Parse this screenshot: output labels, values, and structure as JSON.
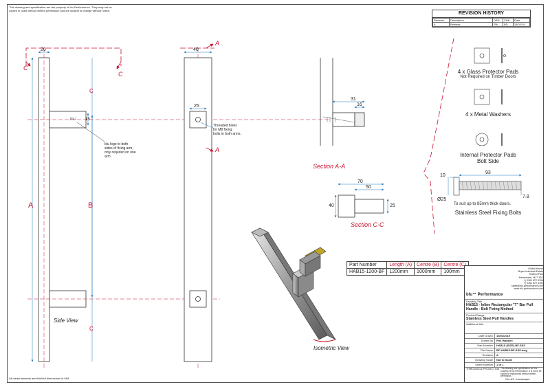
{
  "header": {
    "note_line1": "This drawing and specification are the property of blu Performance. They may not be",
    "note_line2": "copied or used without written permission and are subject to change without notice."
  },
  "revision": {
    "title": "REVISION HISTORY",
    "columns": [
      "Revision",
      "Description",
      "DRN",
      "CHK",
      "Date"
    ],
    "rows": [
      [
        "A",
        "Release",
        "PW",
        "BD",
        "15/02/19"
      ]
    ]
  },
  "dims": {
    "d20": "20",
    "d40": "40",
    "d25": "25",
    "d31": "31",
    "d16": "16",
    "d70": "70",
    "d50": "50",
    "d40b": "40",
    "d25b": "25",
    "d10": "10",
    "d93": "93",
    "d7_8": "7.8",
    "dphi25": "Ø25",
    "d15": "15"
  },
  "letters": {
    "A": "A",
    "B": "B",
    "C": "C",
    "cut_A1": "A",
    "cut_A2": "A",
    "cut_C1": "C",
    "cut_C2": "C"
  },
  "annotations": {
    "threaded": [
      "Threaded holes",
      "for M8 fixing",
      "bolts in both arms."
    ],
    "logo_note": [
      "blu logo to both",
      "sides of fixing arm,",
      "only required on one",
      "arm."
    ],
    "arm_logo": "blu"
  },
  "views": {
    "side": "Side View",
    "iso": "Isometric View",
    "section_a": "Section A-A",
    "section_c": "Section C-C"
  },
  "accessories": {
    "glass_pads": "4 x Glass Protector Pads",
    "glass_pads_sub": "Not Required on Timber Doors",
    "washers": "4 x Metal Washers",
    "internal_pads": "Internal Protector Pads",
    "internal_pads_sub": "Bolt Side",
    "bolt_suit": "To suit up to 85mm thick doors.",
    "bolts": "Stainless Steel Fixing Bolts"
  },
  "parts_table": {
    "headers": [
      "Part Number",
      "Length (A)",
      "Centre (B)",
      "Centre (C)"
    ],
    "row": [
      "HAB15-1200-BF",
      "1200mm",
      "1000mm",
      "100mm"
    ]
  },
  "title_block": {
    "logo": "blu",
    "logo_sub": "Performance",
    "brand": "blu™ Performance",
    "address": [
      "Global House",
      "Bryan Industrial Estate",
      "Trafford Park",
      "Manchester, M17 1BY",
      "t | 0161 872 5766",
      "f | 0161 872 5781",
      "sales@blu-performance.com",
      "www.blu-performance.com"
    ],
    "drawing_title_label": "Drawing Title",
    "drawing_title": "HAB15 - Inline Rectangular \"T\" Bar Pull Handle - Bolt Fixing Method",
    "product_range_label": "Product Range",
    "product_range": "Stainless Steel Pull Handles",
    "additional_label": "Additional Info",
    "rows": [
      {
        "k": "Date Drawn",
        "v": "15/02/2019"
      },
      {
        "k": "Drawn By",
        "v": "Phil Waddell"
      },
      {
        "k": "Part Number",
        "v": "HAB15-(SIZE)-BF-SSS"
      },
      {
        "k": "File Name",
        "v": "BF-HAB15-BF-SSS.dwg"
      },
      {
        "k": "Revision",
        "v": "A"
      },
      {
        "k": "Drawing Scale",
        "v": "Not to Scale"
      },
      {
        "k": "Sheet Number",
        "v": "1 of 1"
      }
    ],
    "projection": "THIRD ANGLE PROJECTION",
    "copyright": "This drawing and specification are the property of blu Performance. It is not to be copied or reproduced without written permission."
  },
  "footer": {
    "left": "All measurements are finished dimensions in MM",
    "right": "Our A3 - Landscape"
  },
  "colors": {
    "accent": "#c8102e",
    "blue": "#1e73be",
    "line": "#333333"
  }
}
